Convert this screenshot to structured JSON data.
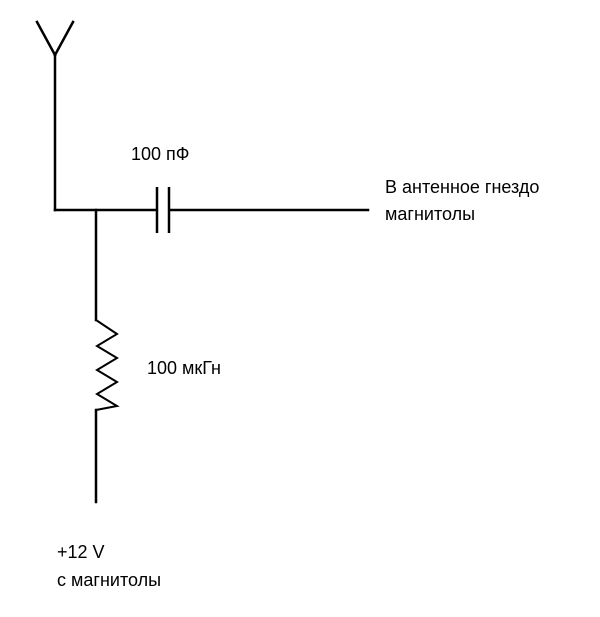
{
  "capacitor": {
    "label": "100 пФ"
  },
  "inductor": {
    "label": "100 мкГн"
  },
  "output": {
    "line1": "В антенное гнездо",
    "line2": "магнитолы"
  },
  "power": {
    "line1": "+12 V",
    "line2": "с магнитолы"
  }
}
